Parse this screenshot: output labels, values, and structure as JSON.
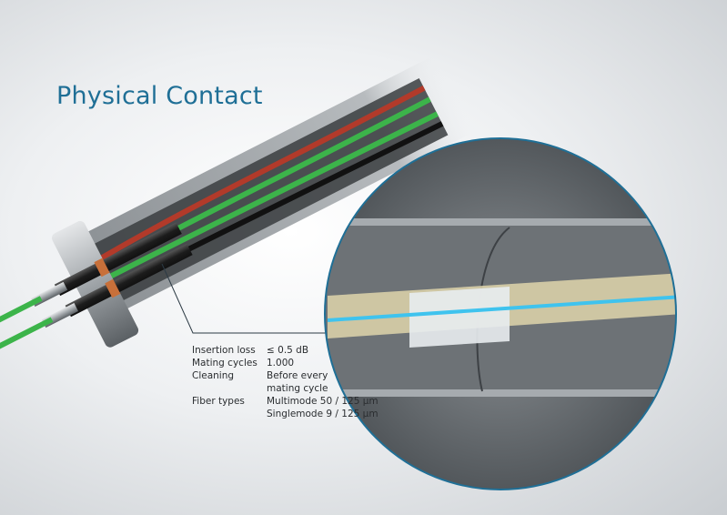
{
  "title": "Physical Contact",
  "specs": [
    {
      "label": "Insertion loss",
      "value": "≤ 0.5 dB"
    },
    {
      "label": "Mating cycles",
      "value": "1.000"
    },
    {
      "label": "Cleaning",
      "value": "Before every"
    },
    {
      "label": "",
      "value": "mating cycle"
    },
    {
      "label": "Fiber types",
      "value": "Multimode 50 / 125 µm"
    },
    {
      "label": "",
      "value": "Singlemode 9 / 125 µm"
    }
  ],
  "colors": {
    "title": "#1f6f96",
    "callout_ring": "#1f6f96",
    "fiber_core": "#3fc3ee",
    "cable_green": "#3cb44a"
  }
}
